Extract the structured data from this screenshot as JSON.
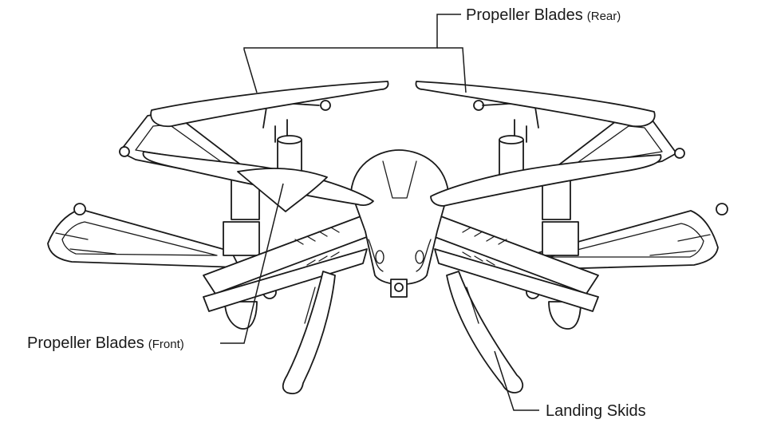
{
  "labels": {
    "rear": {
      "main": "Propeller Blades",
      "sub": "(Rear)"
    },
    "front": {
      "main": "Propeller Blades",
      "sub": "(Front)"
    },
    "skids": {
      "main": "Landing Skids"
    }
  },
  "colors": {
    "line": "#1a1a1a",
    "background": "#ffffff"
  }
}
